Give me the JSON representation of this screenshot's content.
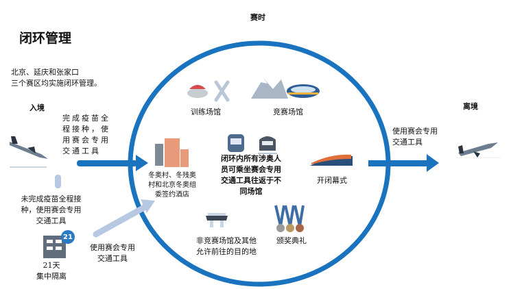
{
  "title": "闭环管理",
  "phase": "赛时",
  "intro": [
    "北京、延庆和张家口",
    "三个赛区均实施闭环管理。"
  ],
  "entry": {
    "label": "入境",
    "vaccinated": [
      "完成疫苗全",
      "程接种，使",
      "用赛会专用",
      "交通工具"
    ],
    "unvaccinated": [
      "未完成疫苗全程接",
      "种，使用赛会专用",
      "交通工具"
    ],
    "quarantine_badge": "21",
    "quarantine": [
      "21天",
      "集中隔离"
    ],
    "after_quarantine": [
      "使用赛会专用",
      "交通工具"
    ]
  },
  "inside": {
    "training": "训练场馆",
    "competition": "竞赛场馆",
    "hotels": [
      "冬奥村、冬残奥",
      "村和北京冬奥组",
      "委签约酒店"
    ],
    "center": [
      "闭环内所有涉奥人",
      "员可乘坐赛会专用",
      "交通工具往返于不",
      "同场馆"
    ],
    "ceremony": "开闭幕式",
    "noncompetition": [
      "非竞赛场馆及其他",
      "允许前往的目的地"
    ],
    "medals": "颁奖典礼"
  },
  "exit": {
    "label": "离境",
    "transport": [
      "使用赛会专用",
      "交通工具"
    ]
  },
  "colors": {
    "ring": "#1a73be",
    "light_arrow": "#b7c9e2"
  }
}
